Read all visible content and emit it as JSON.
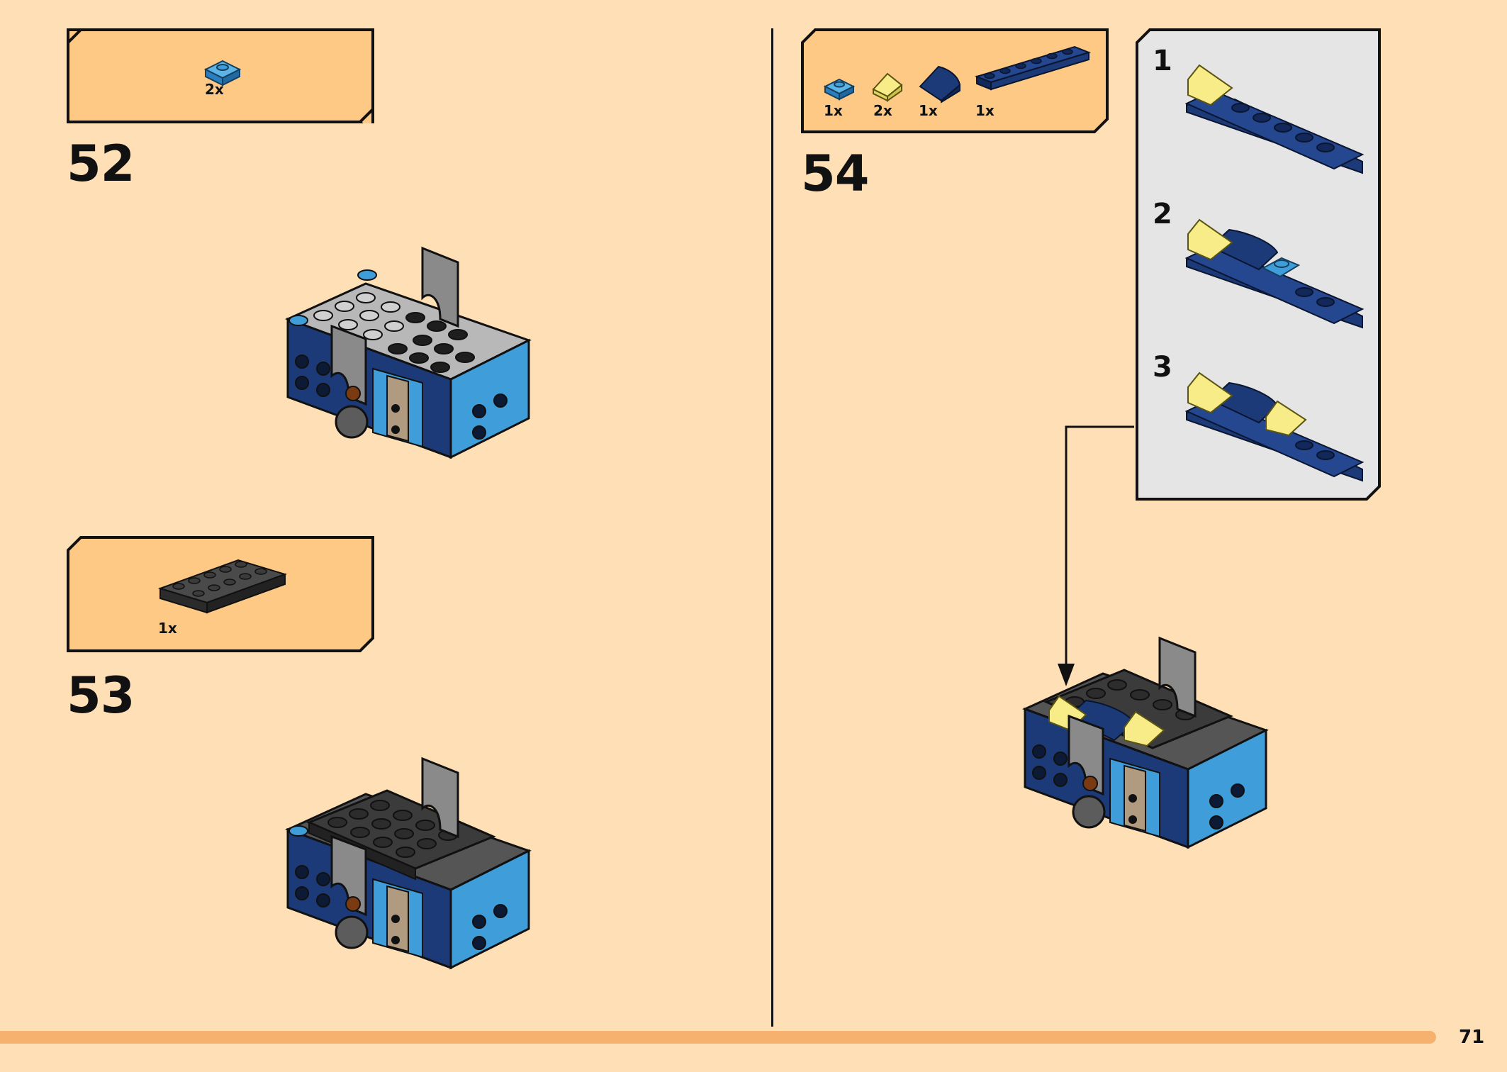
{
  "steps": [
    {
      "number": "52",
      "parts": [
        {
          "qty": "2x",
          "part": "blue 1x1 plate"
        }
      ]
    },
    {
      "number": "53",
      "parts": [
        {
          "qty": "1x",
          "part": "dark grey 2x6 plate"
        }
      ]
    },
    {
      "number": "54",
      "parts": [
        {
          "qty": "1x",
          "part": "blue 1x1 plate"
        },
        {
          "qty": "2x",
          "part": "yellow 1x1 slope"
        },
        {
          "qty": "1x",
          "part": "dark blue 1x2 curved slope"
        },
        {
          "qty": "1x",
          "part": "dark blue 1x6 plate"
        }
      ],
      "substeps": [
        "1",
        "2",
        "3"
      ]
    }
  ],
  "page_number": "71",
  "colors": {
    "page_bg": "#ffdfb6",
    "parts_box": "#fdc985",
    "footer_bar": "#f7b16e",
    "substep_panel": "#e5e5e5",
    "brick_blue": "#3f9ed9",
    "brick_dark_blue": "#1c3a78",
    "brick_yellow": "#f7ec88",
    "brick_grey": "#8a8a8a",
    "brick_dark_grey": "#3b3b3b"
  },
  "icons": [
    "build-model-illustration",
    "part-illustration",
    "arrow-icon"
  ]
}
